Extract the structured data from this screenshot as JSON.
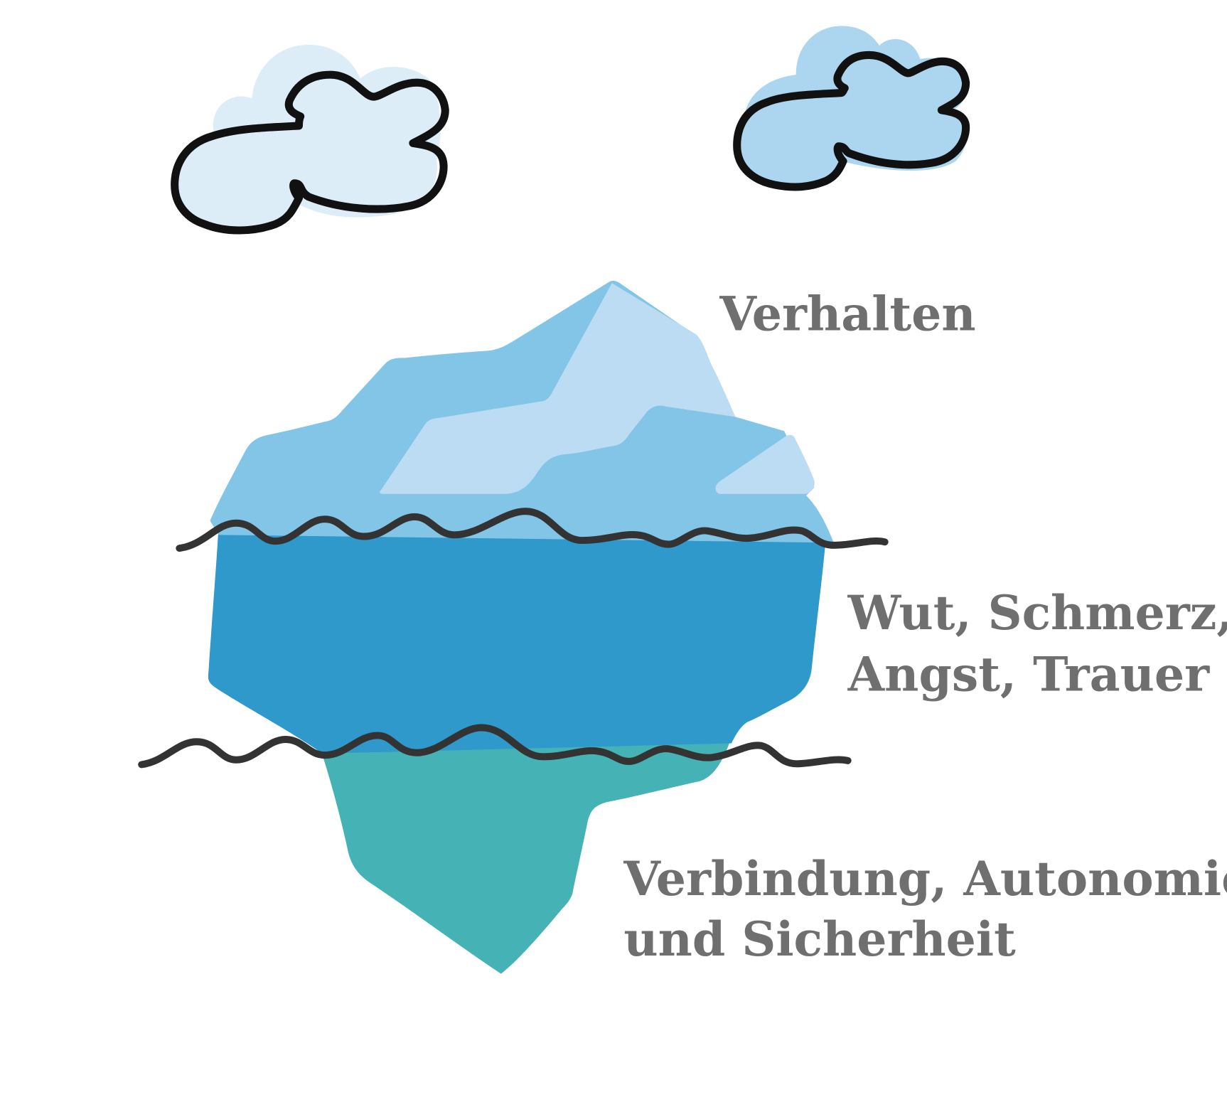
{
  "colors": {
    "sky_cloud_light": "#ddedf8",
    "sky_cloud_blue": "#acd6f0",
    "ice_top": "#82c5e7",
    "ice_facet": "#bcdcf4",
    "ice_middle": "#2f99cb",
    "ice_bottom": "#45b2b5",
    "wave": "#333333",
    "text": "#6f6f6f"
  },
  "labels": {
    "top": "Verhalten",
    "middle_line1": "Wut, Schmerz,",
    "middle_line2": "Angst, Trauer",
    "bottom_line1": "Verbindung, Autonomie",
    "bottom_line2": "und Sicherheit"
  }
}
